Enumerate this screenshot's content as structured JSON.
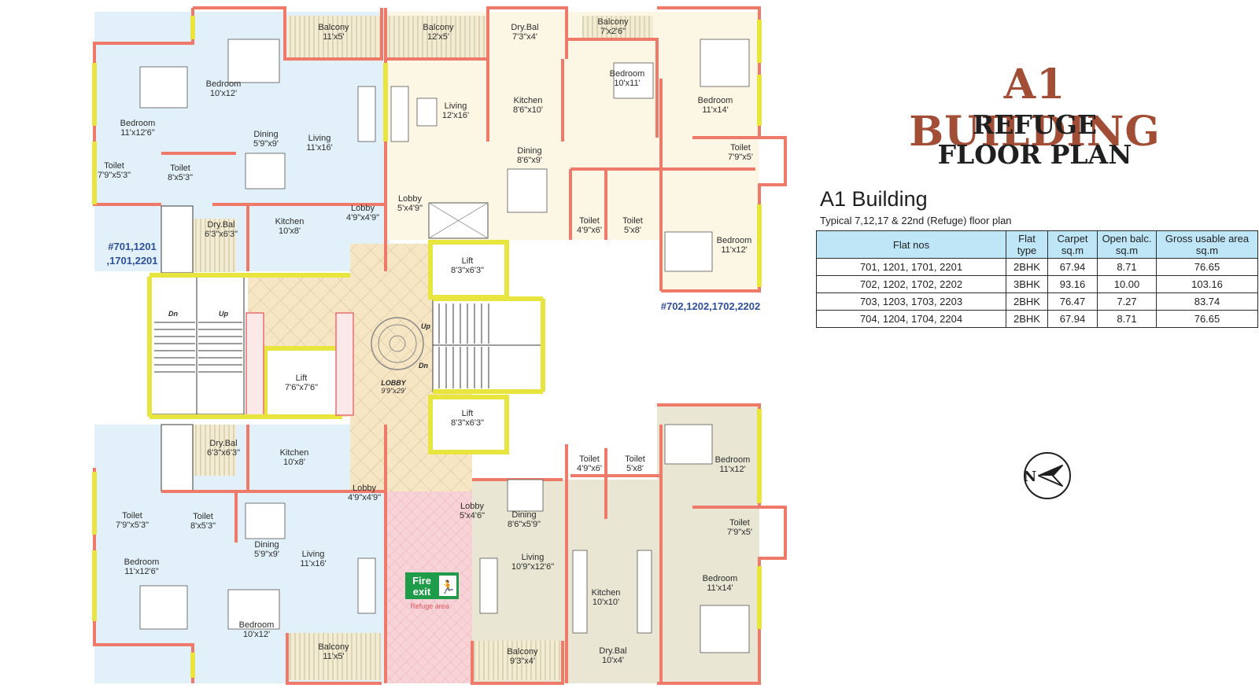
{
  "title": {
    "line1": "A1 BUILDING",
    "line2": "REFUGE",
    "line3": "FLOOR PLAN"
  },
  "subtitle": "A1 Building",
  "note": "Typical 7,12,17 & 22nd (Refuge) floor plan",
  "table": {
    "headers": [
      {
        "line1": "Flat nos",
        "line2": ""
      },
      {
        "line1": "Flat",
        "line2": "type"
      },
      {
        "line1": "Carpet",
        "line2": "sq.m"
      },
      {
        "line1": "Open balc.",
        "line2": "sq.m"
      },
      {
        "line1": "Gross usable area",
        "line2": "sq.m"
      }
    ],
    "rows": [
      [
        "701, 1201, 1701, 2201",
        "2BHK",
        "67.94",
        "8.71",
        "76.65"
      ],
      [
        "702, 1202, 1702, 2202",
        "3BHK",
        "93.16",
        "10.00",
        "103.16"
      ],
      [
        "703, 1203, 1703, 2203",
        "2BHK",
        "76.47",
        "7.27",
        "83.74"
      ],
      [
        "704, 1204, 1704, 2204",
        "2BHK",
        "67.94",
        "8.71",
        "76.65"
      ]
    ]
  },
  "flat_tags": {
    "left_line1": "#701,1201",
    "left_line2": ",1701,2201",
    "right": "#702,1202,1702,2202"
  },
  "rooms": [
    {
      "name": "Balcony",
      "dim": "11'x5'"
    },
    {
      "name": "Balcony",
      "dim": "12'x5'"
    },
    {
      "name": "Dry.Bal",
      "dim": "7'3\"x4'"
    },
    {
      "name": "Balcony",
      "dim": "7'x2'6\""
    },
    {
      "name": "Bedroom",
      "dim": "10'x12'"
    },
    {
      "name": "Bedroom",
      "dim": "11'x12'6\""
    },
    {
      "name": "Dining",
      "dim": "5'9\"x9'"
    },
    {
      "name": "Living",
      "dim": "11'x16'"
    },
    {
      "name": "Living",
      "dim": "12'x16'"
    },
    {
      "name": "Kitchen",
      "dim": "8'6\"x10'"
    },
    {
      "name": "Bedroom",
      "dim": "10'x11'"
    },
    {
      "name": "Bedroom",
      "dim": "11'x14'"
    },
    {
      "name": "Dining",
      "dim": "8'6\"x9'"
    },
    {
      "name": "Toilet",
      "dim": "7'9\"x5'3\""
    },
    {
      "name": "Toilet",
      "dim": "8'x5'3\""
    },
    {
      "name": "Toilet",
      "dim": "7'9\"x5'"
    },
    {
      "name": "Lobby",
      "dim": "5'x4'9\""
    },
    {
      "name": "Lobby",
      "dim": "4'9\"x4'9\""
    },
    {
      "name": "Dry.Bal",
      "dim": "6'3\"x6'3\""
    },
    {
      "name": "Kitchen",
      "dim": "10'x8'"
    },
    {
      "name": "Toilet",
      "dim": "4'9\"x6'"
    },
    {
      "name": "Toilet",
      "dim": "5'x8'"
    },
    {
      "name": "Bedroom",
      "dim": "11'x12'"
    },
    {
      "name": "Lift",
      "dim": "8'3\"x6'3\""
    },
    {
      "name": "Lift",
      "dim": "7'6\"x7'6\""
    },
    {
      "name": "Lift",
      "dim": "8'3\"x6'3\""
    },
    {
      "name": "Dry.Bal",
      "dim": "6'3\"x6'3\""
    },
    {
      "name": "Kitchen",
      "dim": "10'x8'"
    },
    {
      "name": "Toilet",
      "dim": "4'9\"x6'"
    },
    {
      "name": "Toilet",
      "dim": "5'x8'"
    },
    {
      "name": "Bedroom",
      "dim": "11'x12'"
    },
    {
      "name": "Lobby",
      "dim": "4'9\"x4'9\""
    },
    {
      "name": "Lobby",
      "dim": "5'x4'6\""
    },
    {
      "name": "Toilet",
      "dim": "7'9\"x5'3\""
    },
    {
      "name": "Toilet",
      "dim": "8'x5'3\""
    },
    {
      "name": "Dining",
      "dim": "8'6\"x5'9\""
    },
    {
      "name": "Toilet",
      "dim": "7'9\"x5'"
    },
    {
      "name": "Dining",
      "dim": "5'9\"x9'"
    },
    {
      "name": "Living",
      "dim": "10'9\"x12'6\""
    },
    {
      "name": "Living",
      "dim": "11'x16'"
    },
    {
      "name": "Bedroom",
      "dim": "11'x12'6\""
    },
    {
      "name": "Bedroom",
      "dim": "11'x14'"
    },
    {
      "name": "Kitchen",
      "dim": "10'x10'"
    },
    {
      "name": "Bedroom",
      "dim": "10'x12'"
    },
    {
      "name": "Balcony",
      "dim": "11'x5'"
    },
    {
      "name": "Balcony",
      "dim": "9'3\"x4'"
    },
    {
      "name": "Dry.Bal",
      "dim": "10'x4'"
    }
  ],
  "stair_labels": {
    "dn_left": "Dn",
    "up_left": "Up",
    "up_right": "Up",
    "dn_right": "Dn"
  },
  "lobby": {
    "name": "LOBBY",
    "dim": "9'9\"x29'"
  },
  "fire_exit": {
    "line1": "Fire",
    "line2": "exit",
    "refuge": "Refuge area"
  },
  "compass_letter": "N",
  "colors": {
    "title": "#a24d36",
    "wall": "#ef7a6a",
    "window": "#e8e53e",
    "flat_blue": "#e2f1f9",
    "flat_cream": "#fcf7e4",
    "flat_olive": "#e9e6d3",
    "refuge_pink": "#f6d2d6",
    "table_header": "#bfe6f7"
  }
}
